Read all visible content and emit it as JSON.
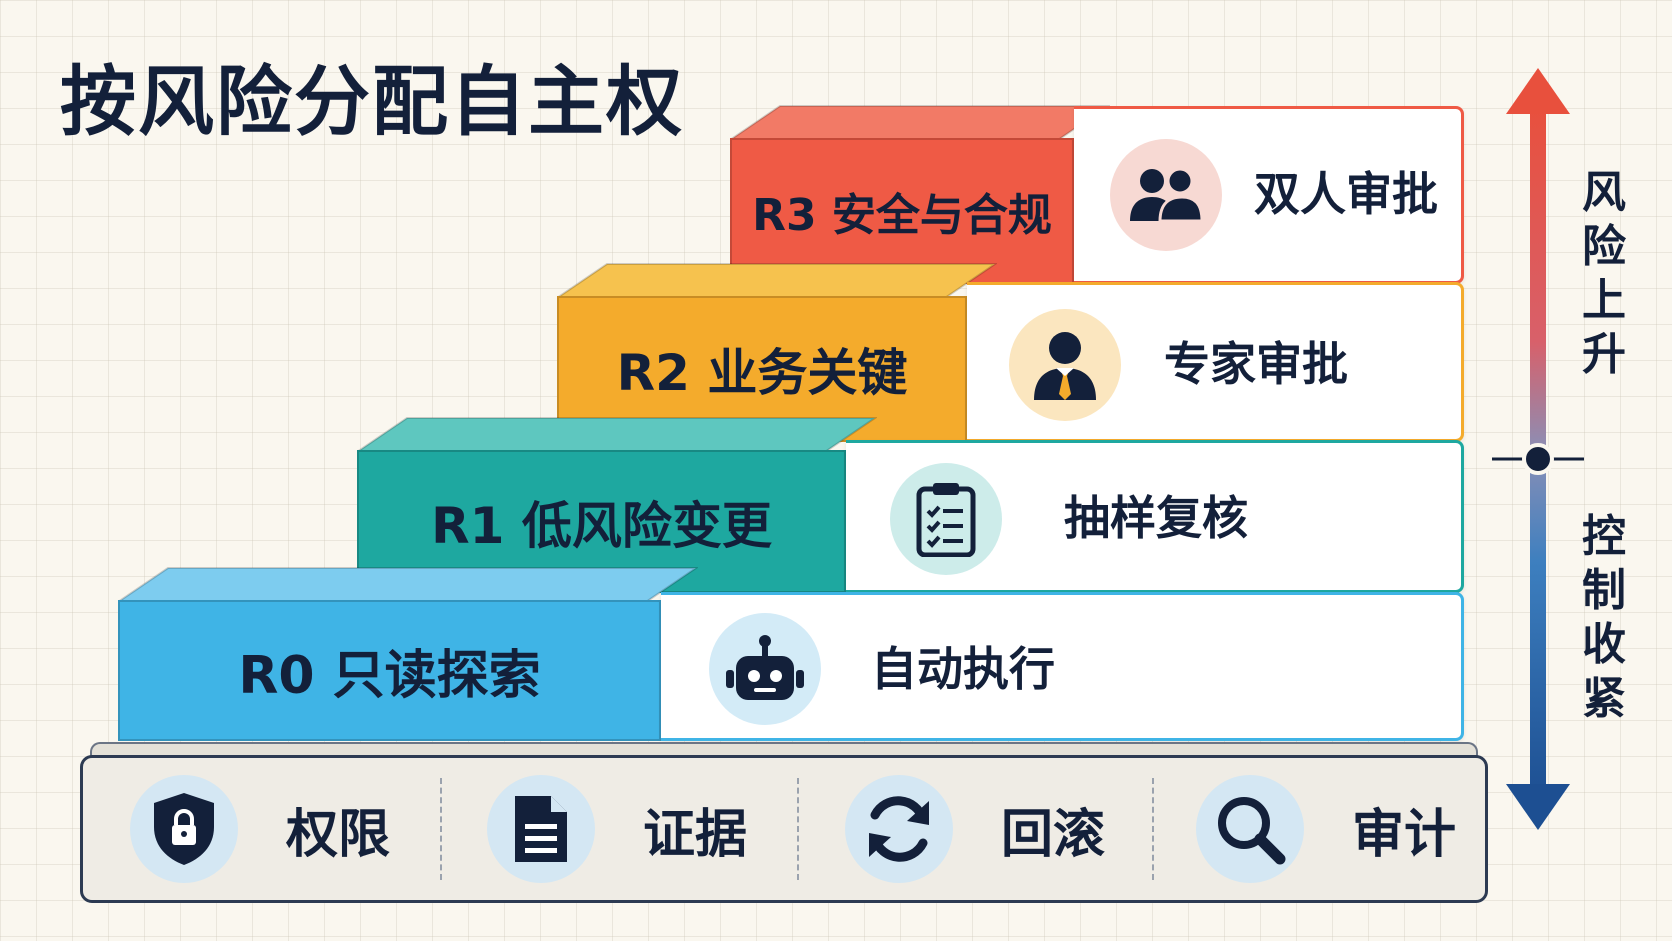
{
  "title": "按风险分配自主权",
  "levels": [
    {
      "id": "R3",
      "name": "R3 安全与合规",
      "control": "双人审批",
      "icon": "two-people-icon",
      "color": "#ef5a45"
    },
    {
      "id": "R2",
      "name": "R2 业务关键",
      "control": "专家审批",
      "icon": "expert-person-icon",
      "color": "#f4ab2c"
    },
    {
      "id": "R1",
      "name": "R1 低风险变更",
      "control": "抽样复核",
      "icon": "clipboard-checklist-icon",
      "color": "#1ea8a0"
    },
    {
      "id": "R0",
      "name": "R0 只读探索",
      "control": "自动执行",
      "icon": "robot-icon",
      "color": "#3fb4e6"
    }
  ],
  "base": [
    {
      "label": "权限",
      "icon": "shield-lock-icon"
    },
    {
      "label": "证据",
      "icon": "document-icon"
    },
    {
      "label": "回滚",
      "icon": "refresh-icon"
    },
    {
      "label": "审计",
      "icon": "magnifier-icon"
    }
  ],
  "axis": {
    "up_label": "风险上升",
    "down_label": "控制收紧",
    "up_color": "#e8503d",
    "down_color": "#1d4f92"
  }
}
